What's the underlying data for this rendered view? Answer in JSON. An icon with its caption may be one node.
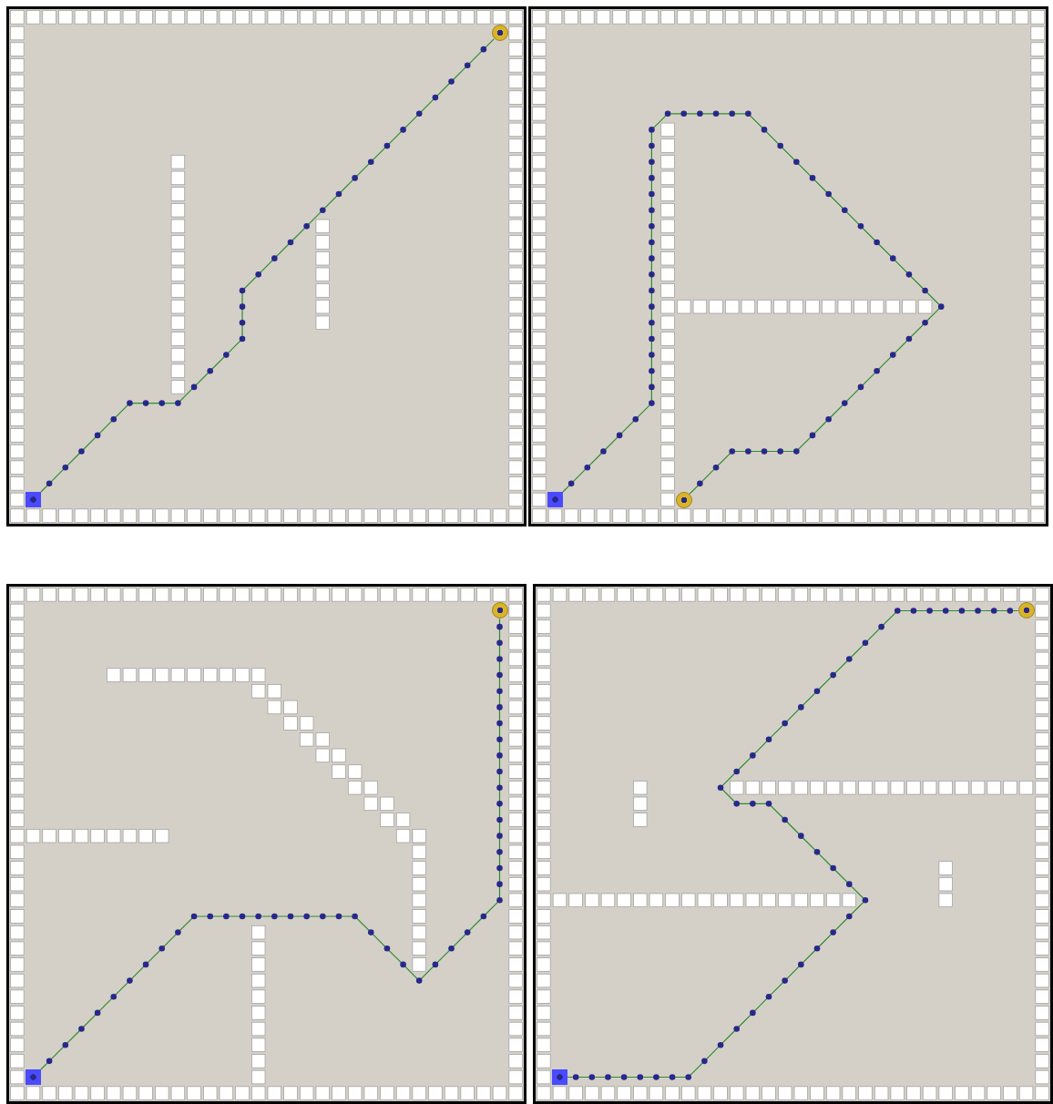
{
  "diagram": {
    "nodes": [
      {
        "text": [],
        "shape": "box"
      },
      {
        "text": [],
        "shape": "box",
        "in": 0
      },
      {
        "text": [],
        "shape": "circle",
        "in": 0
      },
      {
        "text": [],
        "shape": "box"
      },
      {
        "text": [],
        "shape": "box",
        "in": 3
      },
      {
        "text": [],
        "shape": "circle",
        "in": 3
      },
      {
        "text": [],
        "shape": "box"
      },
      {
        "text": [],
        "shape": "box",
        "in": 6
      },
      {
        "text": [],
        "shape": "circle",
        "in": 6
      },
      {
        "text": [],
        "shape": "box"
      },
      {
        "text": [],
        "shape": "box",
        "in": 9
      },
      {
        "text": [],
        "shape": "circle",
        "in": 9
      }
    ],
    "edges": [
      {
        "from": 1,
        "to": 2,
        "arrow": "none"
      },
      {
        "from": 4,
        "to": 5,
        "arrow": "none"
      },
      {
        "from": 7,
        "to": 8,
        "arrow": "none"
      },
      {
        "from": 10,
        "to": 11,
        "arrow": "none"
      }
    ]
  }
}
